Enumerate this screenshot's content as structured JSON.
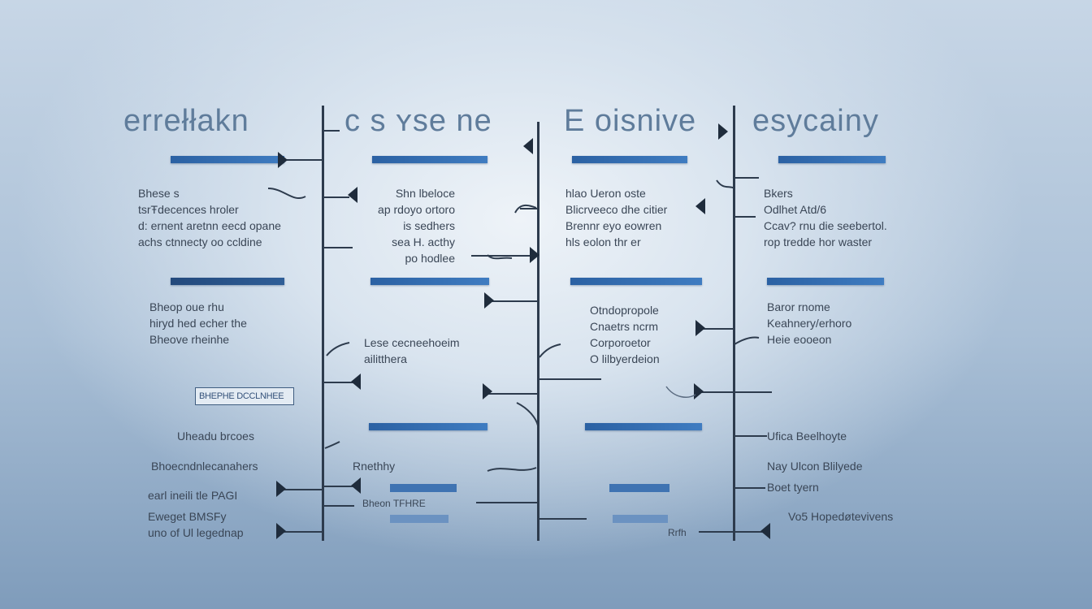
{
  "headings": [
    {
      "text": "errełłakn"
    },
    {
      "text": "c s ʏse ne",
      "accent": "ne"
    },
    {
      "text": "E oisnive",
      "accent": "E"
    },
    {
      "text": "esycainy"
    }
  ],
  "blocks": {
    "c1a": [
      "Bhese s",
      "tsrŦdecences hroler",
      "d: ernent aretnn eecd opane",
      "achs ctnnecty oo ccldine"
    ],
    "c1b": [
      "Bheop oue rhu",
      "hiryd hed echer the",
      "Bheove rheinhe"
    ],
    "c1c_box": "BHEPHE DCCLNHEE",
    "c1d": [
      "Uheadu brcoes"
    ],
    "c1e": [
      "Bhoecndnlecanahers"
    ],
    "c1f": [
      "earl ineili tle "
    ],
    "c1f_tag": "PAGI",
    "c1g": [
      "Eweget BMSFy"
    ],
    "c1h": [
      "uno of Ul legednap"
    ],
    "c2a": [
      "Shn lbeloce",
      "ap rdoyo ortoro",
      "is sedhers",
      "sea H. acthy",
      "po hodlee"
    ],
    "c2b": [
      "Lese cecneehoeim",
      "ailitthera"
    ],
    "c2c": [
      "Rnethhy"
    ],
    "c2d_box": "Bheon TFHRE",
    "c3a": [
      "hlao Ueron oste",
      "Blicrveeco dhe citier",
      "Brennr eyo eowren",
      "hls eolon thr er"
    ],
    "c3b": [
      "Otndopropole",
      "Cnaetrs ncrm",
      "Corporoetor",
      "O lilbyerdeion"
    ],
    "c3c": [
      "Rrfh"
    ],
    "c4a": [
      "Bkers",
      "Odlhet Atd/6",
      "Ccav? rnu die seebertol.",
      "rop tredde hor waster"
    ],
    "c4b": [
      "Baror rnome",
      "Keahnery/erhoro",
      "Heie eooeon"
    ],
    "c4c": [
      "Ufica Beelhoyte"
    ],
    "c4d": [
      "Nay Ulcon Blilyede"
    ],
    "c4e": [
      "Boet tyern"
    ],
    "c4f": [
      "Vo5 Hopedøtevivens"
    ]
  }
}
